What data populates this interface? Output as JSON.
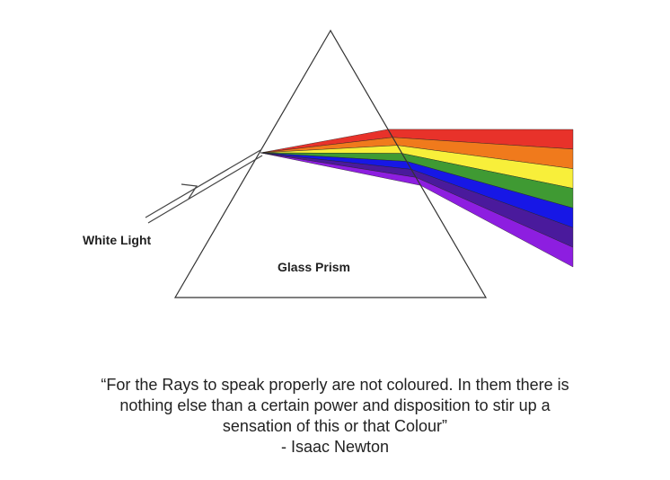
{
  "diagram": {
    "incoming_label": "White Light",
    "prism_label": "Glass Prism",
    "spectrum_colors": [
      {
        "name": "red",
        "hex": "#e8322a"
      },
      {
        "name": "orange",
        "hex": "#f07a1c"
      },
      {
        "name": "yellow",
        "hex": "#f8ef3a"
      },
      {
        "name": "green",
        "hex": "#3f9a33"
      },
      {
        "name": "blue",
        "hex": "#1717e6"
      },
      {
        "name": "indigo",
        "hex": "#4a1a9c"
      },
      {
        "name": "violet",
        "hex": "#8d1ee0"
      }
    ]
  },
  "quote": {
    "lines": [
      "“For the Rays to speak properly are not coloured. In them there is",
      "nothing else than a certain power and disposition to stir up a",
      "sensation of this or that Colour”"
    ],
    "attribution": "- Isaac Newton"
  }
}
